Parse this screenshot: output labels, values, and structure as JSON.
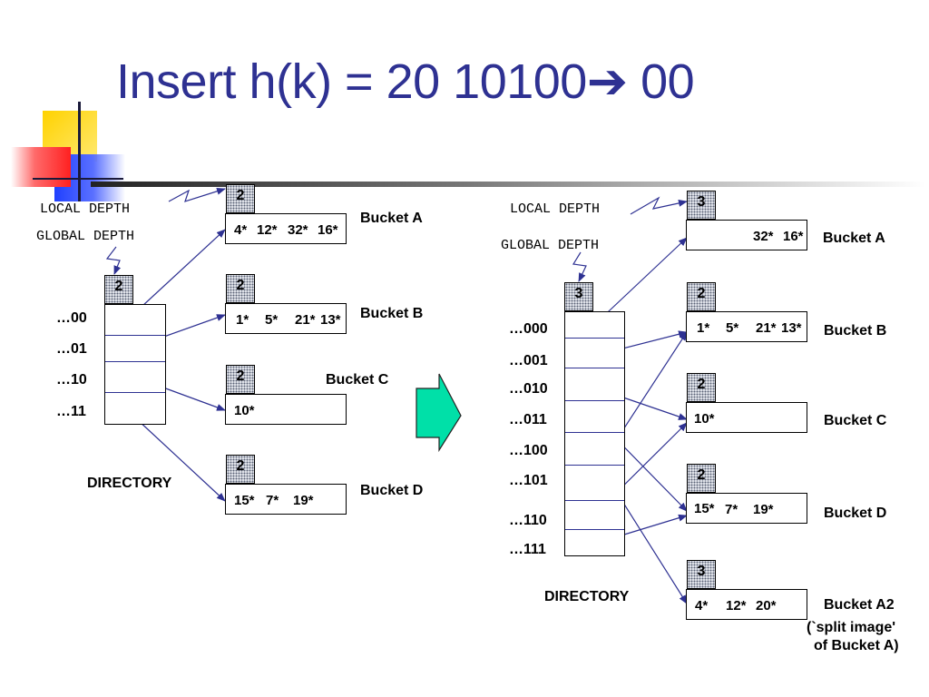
{
  "title": "Insert h(k) = 20 10100➔ 00",
  "colors": {
    "title": "#2e3192",
    "pointer_line": "#2e3192",
    "transition_arrow": "#00e0a8",
    "logo_yellow": "#ffd200",
    "logo_red": "#ff2020",
    "logo_blue": "#2040ff"
  },
  "left": {
    "local_depth_label": "LOCAL DEPTH",
    "global_depth_label": "GLOBAL DEPTH",
    "global_depth": "2",
    "directory_entries": [
      "…00",
      "…01",
      "…10",
      "…11"
    ],
    "directory_label": "DIRECTORY",
    "buckets": [
      {
        "name": "Bucket A",
        "local_depth": "2",
        "entries": [
          "4*",
          "12*",
          "32*",
          "16*"
        ]
      },
      {
        "name": "Bucket B",
        "local_depth": "2",
        "entries": [
          "1*",
          "5*",
          "21*",
          "13*"
        ]
      },
      {
        "name": "Bucket C",
        "local_depth": "2",
        "entries": [
          "10*"
        ]
      },
      {
        "name": "Bucket D",
        "local_depth": "2",
        "entries": [
          "15*",
          "7*",
          "19*"
        ]
      }
    ]
  },
  "right": {
    "local_depth_label": "LOCAL DEPTH",
    "global_depth_label": "GLOBAL DEPTH",
    "global_depth": "3",
    "directory_entries": [
      "…000",
      "…001",
      "…010",
      "…011",
      "…100",
      "…101",
      "…110",
      "…111"
    ],
    "directory_label": "DIRECTORY",
    "buckets": [
      {
        "name": "Bucket A",
        "local_depth": "3",
        "entries": [
          "32*",
          "16*"
        ]
      },
      {
        "name": "Bucket B",
        "local_depth": "2",
        "entries": [
          "1*",
          "5*",
          "21*",
          "13*"
        ]
      },
      {
        "name": "Bucket C",
        "local_depth": "2",
        "entries": [
          "10*"
        ]
      },
      {
        "name": "Bucket D",
        "local_depth": "2",
        "entries": [
          "15*",
          "7*",
          "19*"
        ]
      },
      {
        "name": "Bucket A2",
        "local_depth": "3",
        "entries": [
          "4*",
          "12*",
          "20*"
        ]
      }
    ],
    "split_note_line1": "(`split image'",
    "split_note_line2": "of Bucket A)"
  }
}
